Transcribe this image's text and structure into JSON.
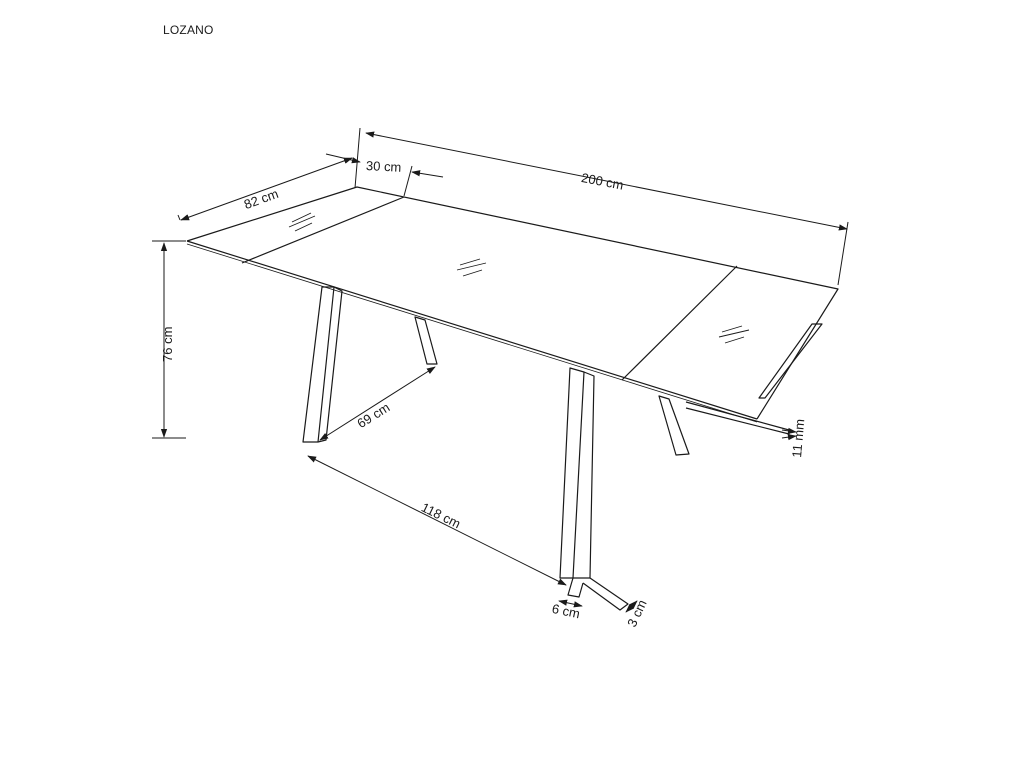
{
  "title": "LOZANO",
  "dimensions": {
    "width_depth": "82 cm",
    "extension": "30 cm",
    "length": "200 cm",
    "height": "76 cm",
    "leg_span": "69 cm",
    "leg_distance": "118 cm",
    "leg_width": "6 cm",
    "foot_thickness": "3 cm",
    "top_thickness": "11 mm"
  },
  "colors": {
    "line": "#1a1a1a",
    "background": "#ffffff"
  }
}
